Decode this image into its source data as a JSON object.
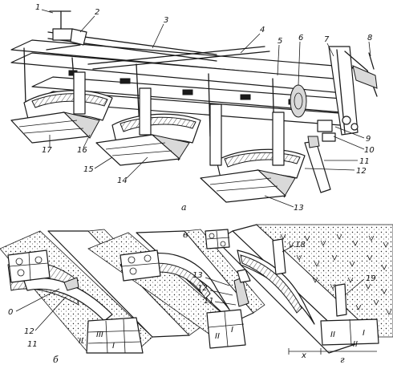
{
  "figure": {
    "panel_a": {
      "caption": "а",
      "parts": [
        "1",
        "2",
        "3",
        "4",
        "5",
        "6",
        "7",
        "8",
        "9",
        "10",
        "11",
        "12",
        "13",
        "14",
        "15",
        "16",
        "17"
      ]
    },
    "panel_b": {
      "caption": "б",
      "labels": [
        "12",
        "11",
        "II",
        "III",
        "I"
      ],
      "side_mark": "0"
    },
    "panel_v": {
      "caption": "в",
      "labels": [
        "13",
        "12",
        "11",
        "II",
        "I"
      ]
    },
    "panel_g": {
      "caption": "г",
      "labels": [
        "18",
        "19",
        "I",
        "II",
        "II"
      ],
      "dim": "x"
    }
  }
}
